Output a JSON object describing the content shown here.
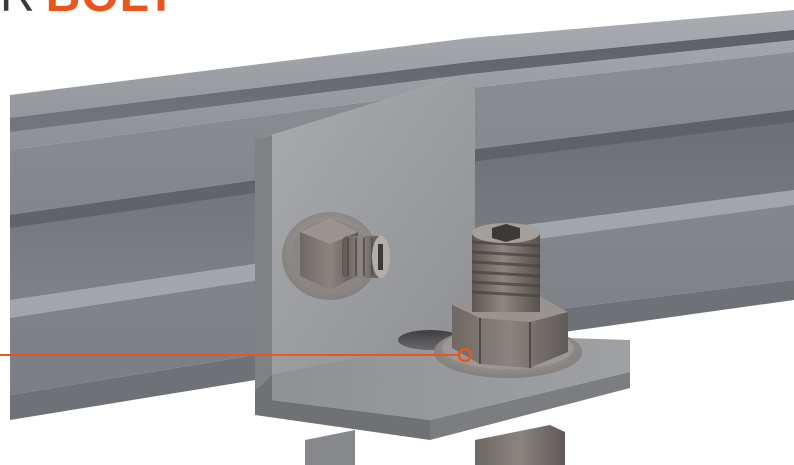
{
  "heading": {
    "prefix": "R",
    "accent": "BOLT"
  },
  "colors": {
    "accent": "#e8561d",
    "heading_text": "#3a3a3a",
    "background": "#ffffff",
    "rail_metal": "#8f9297",
    "bracket_metal": "#9a9c9f",
    "fastener_metal": "#7a7470"
  },
  "scene": {
    "subject": "rail-bracket-bolt-assembly"
  }
}
